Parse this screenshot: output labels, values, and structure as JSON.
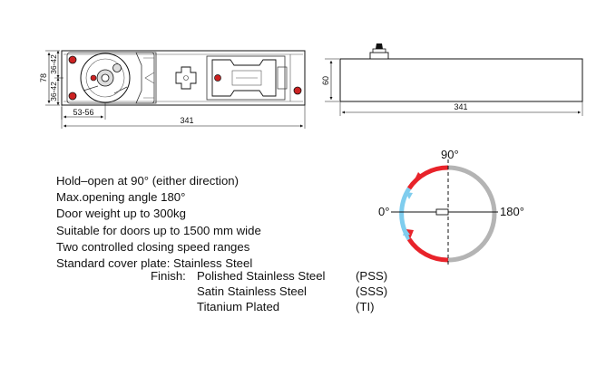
{
  "top_view": {
    "length": "341",
    "overall_width": "78",
    "width_upper": "36-42",
    "width_lower": "36-42",
    "offset": "53-56"
  },
  "side_view": {
    "length": "341",
    "height": "60"
  },
  "angle_diagram": {
    "label_90": "90°",
    "label_0": "0°",
    "label_180": "180°"
  },
  "specs": [
    "Hold–open at 90°  (either direction)",
    "Max.opening angle 180°",
    "Door weight up to 300kg",
    "Suitable for doors up to 1500 mm wide",
    "Two controlled closing speed ranges",
    "Standard cover plate: Stainless Steel"
  ],
  "finish": {
    "label": "Finish:",
    "options": [
      {
        "name": "Polished Stainless Steel",
        "code": "(PSS)"
      },
      {
        "name": "Satin Stainless Steel",
        "code": "(SSS)"
      },
      {
        "name": "Titanium Plated",
        "code": "(TI)"
      }
    ]
  },
  "colors": {
    "red_arc": "#e8232a",
    "blue_arc": "#7fcdee",
    "grey_arc": "#b4b4b4"
  }
}
